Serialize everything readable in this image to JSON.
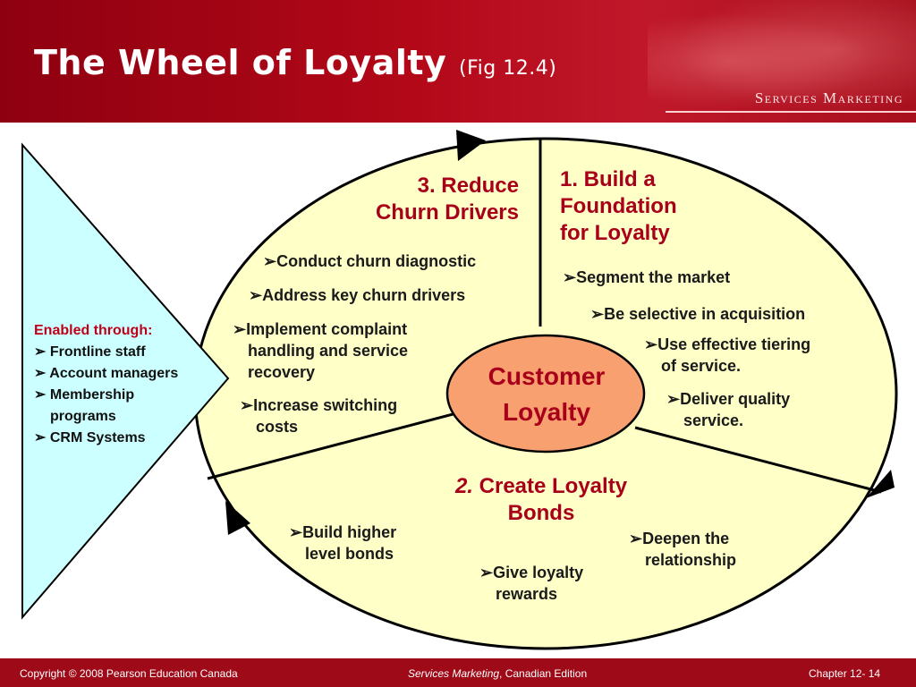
{
  "title": {
    "main": "The Wheel of Loyalty",
    "fig": "(Fig 12.4)"
  },
  "brand": "Services Marketing",
  "center": {
    "line1": "Customer",
    "line2": "Loyalty"
  },
  "sections": {
    "s1": {
      "line1": "1. Build a",
      "line2": "Foundation",
      "line3": "for Loyalty"
    },
    "s2": {
      "num": "2.",
      "line1": "Create Loyalty",
      "line2": "Bonds"
    },
    "s3": {
      "line1": "3. Reduce",
      "line2": "Churn Drivers"
    }
  },
  "bullets": {
    "conduct": "Conduct churn diagnostic",
    "address": "Address key churn drivers",
    "implement1": "Implement complaint",
    "implement2": "handling and service",
    "implement3": "recovery",
    "increase1": "Increase switching",
    "increase2": "costs",
    "segment": "Segment the market",
    "selective": "Be selective in acquisition",
    "tiering1": "Use effective tiering",
    "tiering2": "of service.",
    "quality1": "Deliver quality",
    "quality2": "service.",
    "higher1": "Build higher",
    "higher2": "level bonds",
    "rewards1": "Give loyalty",
    "rewards2": "rewards",
    "deepen1": "Deepen the",
    "deepen2": "relationship"
  },
  "enabled": {
    "heading": "Enabled through:",
    "items": [
      "Frontline staff",
      "Account managers",
      "Membership programs",
      "CRM Systems"
    ]
  },
  "footer": {
    "copyright": "Copyright © 2008 Pearson Education Canada",
    "book": "Services Marketing",
    "edition": ", Canadian Edition",
    "chapter": "Chapter 12- 14"
  },
  "colors": {
    "header": "#b30818",
    "wheel_fill": "#ffffc8",
    "center_fill": "#f8a070",
    "triangle_fill": "#ccffff",
    "section_text": "#a8001a"
  }
}
